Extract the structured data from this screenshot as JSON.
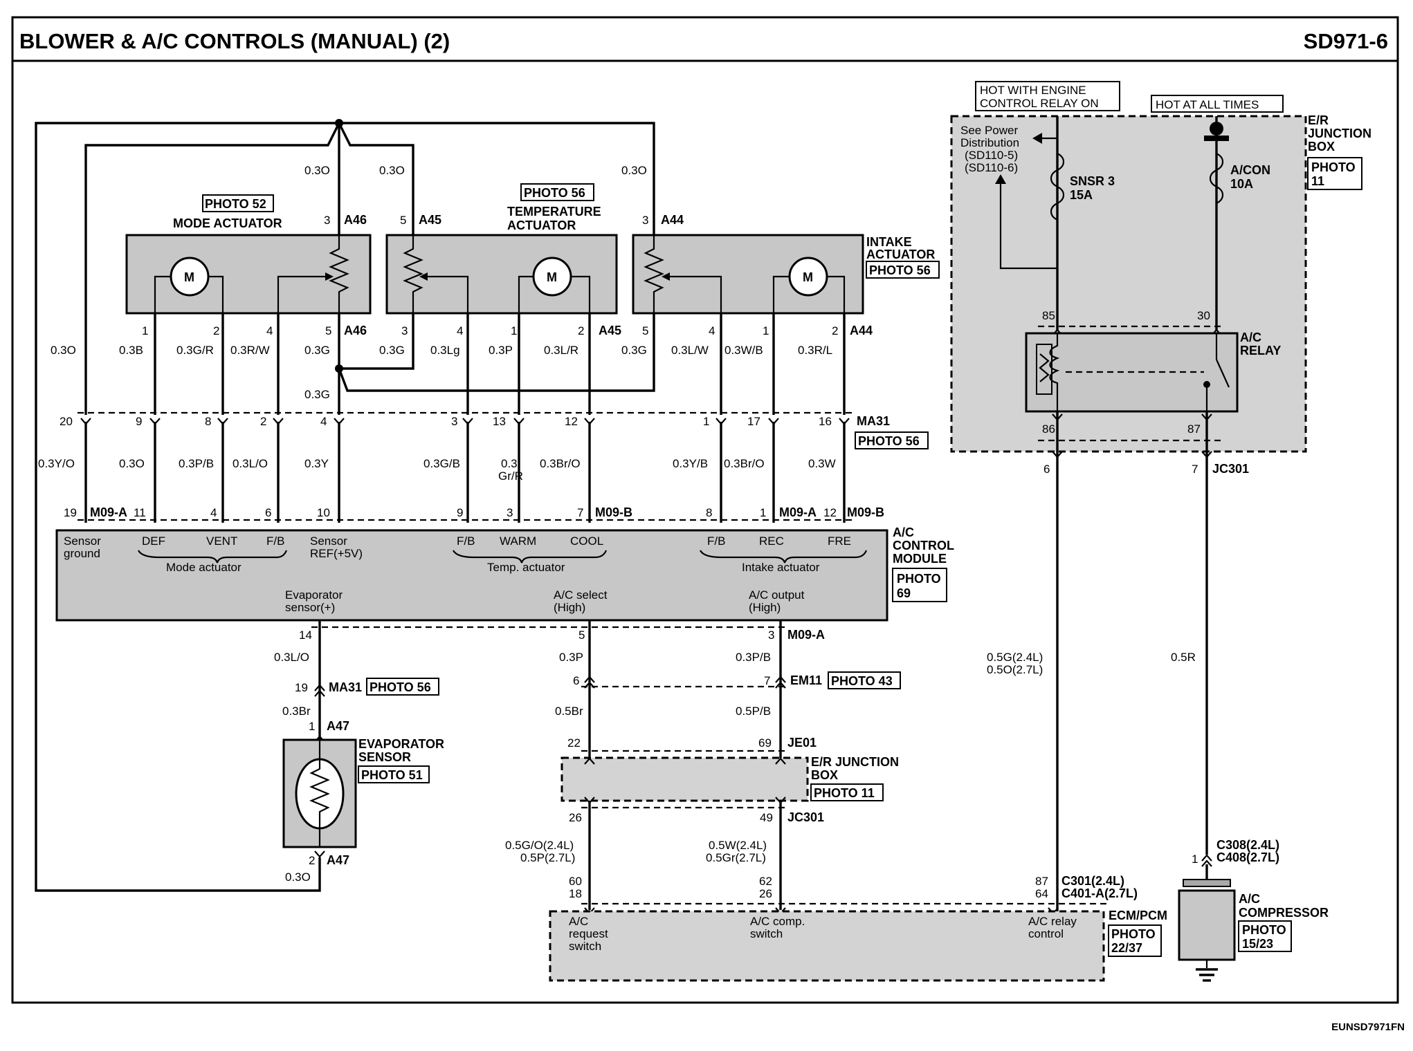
{
  "header": {
    "title": "BLOWER & A/C CONTROLS (MANUAL) (2)",
    "code": "SD971-6",
    "footer_code": "EUNSD7971FN"
  },
  "power": {
    "hot_engine_line1": "HOT WITH ENGINE",
    "hot_engine_line2": "CONTROL RELAY ON",
    "hot_all": "HOT AT ALL TIMES",
    "er_box_line1": "E/R",
    "er_box_line2": "JUNCTION",
    "er_box_line3": "BOX",
    "er_photo_line1": "PHOTO",
    "er_photo_line2": "11",
    "see_power_line1": "See Power",
    "see_power_line2": "Distribution",
    "see_power_line3": "(SD110-5)",
    "see_power_line4": "(SD110-6)",
    "fuse1_name": "SNSR 3",
    "fuse1_amp": "15A",
    "fuse2_name": "A/CON",
    "fuse2_amp": "10A",
    "relay_line1": "A/C",
    "relay_line2": "RELAY",
    "pin85": "85",
    "pin30": "30",
    "pin86": "86",
    "pin87": "87",
    "jc_pin6": "6",
    "jc_pin7": "7",
    "jc_label": "JC301",
    "wire_relay_ecm_1": "0.5G(2.4L)",
    "wire_relay_ecm_2": "0.5O(2.7L)",
    "wire_comp": "0.5R"
  },
  "actuators": {
    "mode_photo": "PHOTO 52",
    "mode_name": "MODE ACTUATOR",
    "temp_photo": "PHOTO 56",
    "temp_name_1": "TEMPERATURE",
    "temp_name_2": "ACTUATOR",
    "intake_name_1": "INTAKE",
    "intake_name_2": "ACTUATOR",
    "intake_photo": "PHOTO 56",
    "motor_glyph": "M",
    "top_wire": "0.3O",
    "a46": "A46",
    "a45": "A45",
    "a44": "A44",
    "pin3": "3",
    "pin5": "5",
    "w_03B": "0.3B",
    "w_03GR": "0.3G/R",
    "w_03RW": "0.3R/W",
    "w_03G": "0.3G",
    "w_03Lg": "0.3Lg",
    "w_03P": "0.3P",
    "w_03LR": "0.3L/R",
    "w_03LW": "0.3L/W",
    "w_03WB": "0.3W/B",
    "w_03RL": "0.3R/L",
    "p1": "1",
    "p2": "2",
    "p4": "4"
  },
  "connector_ma31": {
    "label": "MA31",
    "photo": "PHOTO 56",
    "pins": [
      "20",
      "9",
      "8",
      "2",
      "4",
      "3",
      "13",
      "12",
      "1",
      "17",
      "16"
    ],
    "w_03YO": "0.3Y/O",
    "w_03O": "0.3O",
    "w_03PB": "0.3P/B",
    "w_03LO": "0.3L/O",
    "w_03Y": "0.3Y",
    "w_03GB": "0.3G/B",
    "w_03GrR_1": "0.3",
    "w_03GrR_2": "Gr/R",
    "w_03BrO": "0.3Br/O",
    "w_03YB": "0.3Y/B",
    "w_03W": "0.3W"
  },
  "module": {
    "pins": [
      "19",
      "11",
      "4",
      "6",
      "10",
      "9",
      "3",
      "7",
      "8",
      "1",
      "12"
    ],
    "m09a": "M09-A",
    "m09b": "M09-B",
    "sensor_ground_1": "Sensor",
    "sensor_ground_2": "ground",
    "def": "DEF",
    "vent": "VENT",
    "fb": "F/B",
    "sensor_ref_1": "Sensor",
    "sensor_ref_2": "REF(+5V)",
    "mode_actuator": "Mode actuator",
    "warm": "WARM",
    "cool": "COOL",
    "temp_actuator": "Temp. actuator",
    "rec": "REC",
    "fre": "FRE",
    "intake_actuator": "Intake actuator",
    "evap_1": "Evaporator",
    "evap_2": "sensor(+)",
    "ac_select_1": "A/C select",
    "ac_select_2": "(High)",
    "ac_output_1": "A/C output",
    "ac_output_2": "(High)",
    "name_1": "A/C",
    "name_2": "CONTROL",
    "name_3": "MODULE",
    "photo_1": "PHOTO",
    "photo_2": "69",
    "bottom_pin14": "14",
    "bottom_pin5": "5",
    "bottom_pin3": "3"
  },
  "lower": {
    "w_03LO": "0.3L/O",
    "w_03P": "0.3P",
    "w_03PB": "0.3P/B",
    "pin19": "19",
    "ma31": "MA31",
    "ma31_photo": "PHOTO 56",
    "pin6": "6",
    "pin7": "7",
    "em11": "EM11",
    "em11_photo": "PHOTO 43",
    "w_03Br": "0.3Br",
    "pin1": "1",
    "a47": "A47",
    "evap_1": "EVAPORATOR",
    "evap_2": "SENSOR",
    "evap_photo": "PHOTO 51",
    "pin2": "2",
    "w_03O": "0.3O",
    "w_05Br": "0.5Br",
    "w_05PB": "0.5P/B",
    "pin22": "22",
    "pin69": "69",
    "je01": "JE01",
    "erjb_1": "E/R JUNCTION",
    "erjb_2": "BOX",
    "erjb_photo": "PHOTO 11",
    "pin26": "26",
    "pin49": "49",
    "jc301": "JC301",
    "w_05GO_1": "0.5G/O(2.4L)",
    "w_05GO_2": "0.5P(2.7L)",
    "w_05W_1": "0.5W(2.4L)",
    "w_05W_2": "0.5Gr(2.7L)",
    "pin60": "60",
    "pin18": "18",
    "pin62": "62",
    "pin26b": "26",
    "pin87": "87",
    "pin64": "64",
    "c301": "C301(2.4L)",
    "c401": "C401-A(2.7L)",
    "ecm_name": "ECM/PCM",
    "ecm_photo_1": "PHOTO",
    "ecm_photo_2": "22/37",
    "req_1": "A/C",
    "req_2": "request",
    "req_3": "switch",
    "comp_1": "A/C comp.",
    "comp_2": "switch",
    "relayc_1": "A/C relay",
    "relayc_2": "control",
    "c308": "C308(2.4L)",
    "c408": "C408(2.7L)",
    "comp_pin1": "1",
    "comp_name_1": "A/C",
    "comp_name_2": "COMPRESSOR",
    "comp_photo_1": "PHOTO",
    "comp_photo_2": "15/23"
  }
}
